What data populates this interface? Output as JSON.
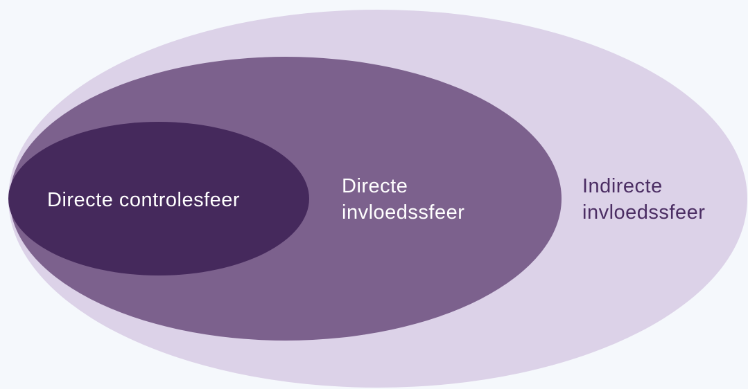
{
  "diagram": {
    "spheres": [
      {
        "id": "indirect-influence",
        "lines": [
          "Indirecte",
          "invloedssfeer"
        ],
        "fill": "#dcd2e8",
        "text_color": "#4b2d63"
      },
      {
        "id": "direct-influence",
        "lines": [
          "Directe",
          "invloedssfeer"
        ],
        "fill": "#7c618d",
        "text_color": "#ffffff"
      },
      {
        "id": "direct-control",
        "lines": [
          "Directe controlesfeer"
        ],
        "fill": "#45295c",
        "text_color": "#ffffff"
      }
    ]
  }
}
